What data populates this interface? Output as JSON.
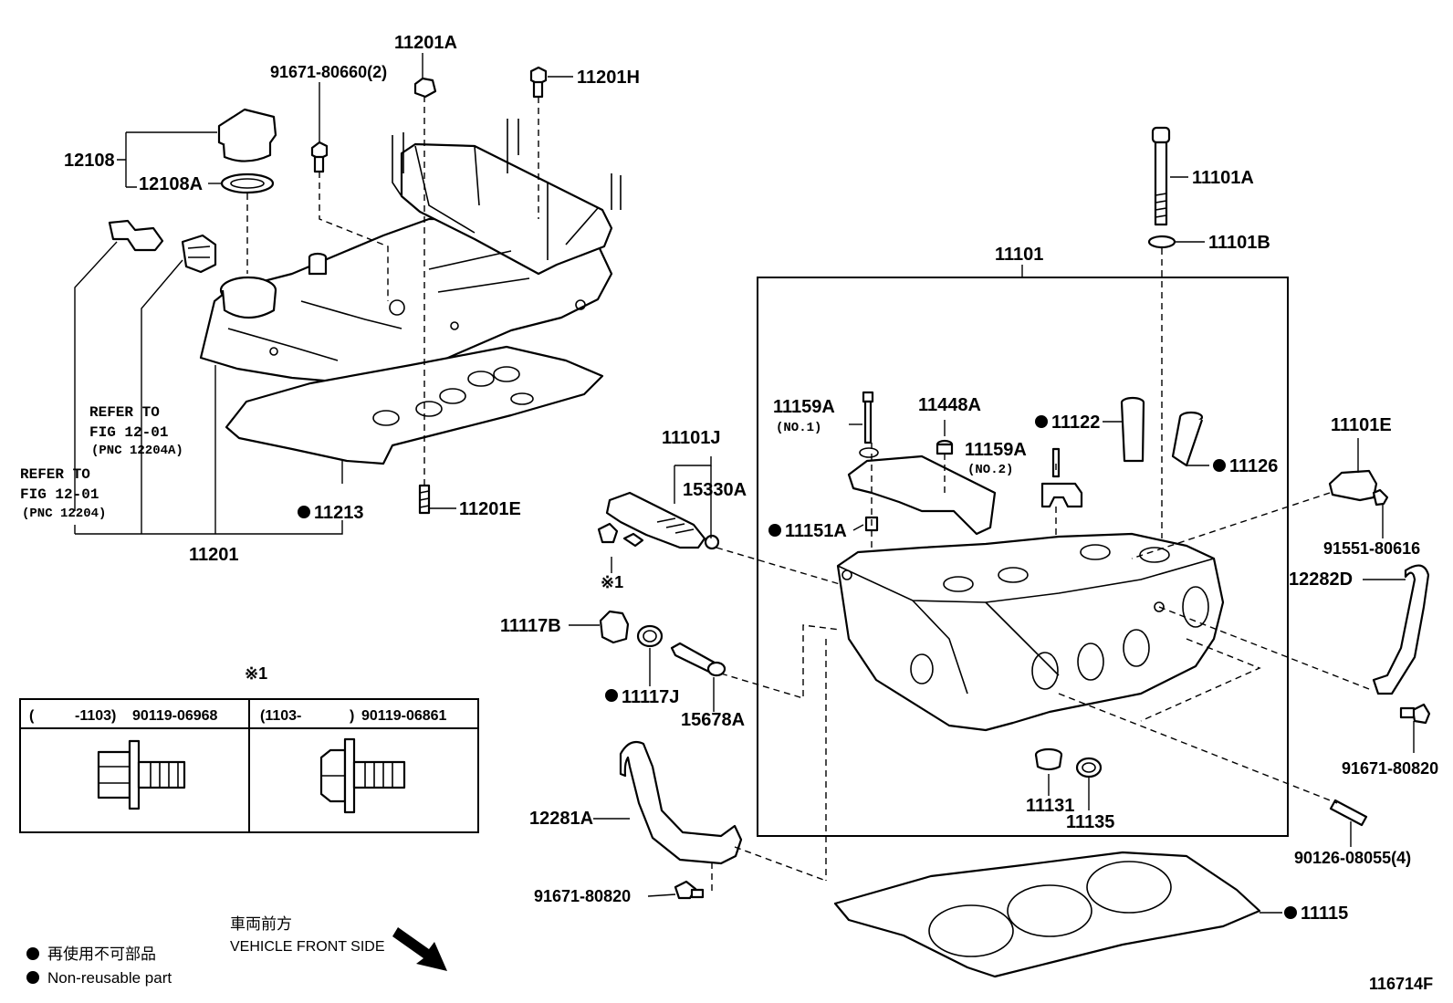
{
  "diagram_id": "116714F",
  "callouts": {
    "c11201A": "11201A",
    "c91671_80660": "91671-80660(2)",
    "c11201H": "11201H",
    "c12108": "12108",
    "c12108A": "12108A",
    "c11101A": "11101A",
    "c11101B": "11101B",
    "c11101": "11101",
    "c11159A_1": "11159A",
    "c11159A_1_sub": "(NO.1)",
    "c11448A": "11448A",
    "c11122": "11122",
    "c11126": "11126",
    "c11159A_2": "11159A",
    "c11159A_2_sub": "(NO.2)",
    "c11101E": "11101E",
    "c11101J": "11101J",
    "c15330A": "15330A",
    "c11151A": "11151A",
    "c91551_80616": "91551-80616",
    "c12282D": "12282D",
    "c11213": "11213",
    "c11201E": "11201E",
    "c11201": "11201",
    "c11117B": "11117B",
    "c11117J": "11117J",
    "c15678A": "15678A",
    "c91671_80820_r": "91671-80820",
    "c11131": "11131",
    "c11135": "11135",
    "c12281A": "12281A",
    "c90126_08055": "90126-08055(4)",
    "c91671_80820_b": "91671-80820",
    "c11115": "11115",
    "c_kome1": "※1"
  },
  "refs": {
    "ref1_line1": "REFER TO",
    "ref1_line2": "FIG 12-01",
    "ref1_line3": "(PNC 12204A)",
    "ref2_line1": "REFER TO",
    "ref2_line2": "FIG 12-01",
    "ref2_line3": "(PNC 12204)"
  },
  "table": {
    "title": "※1",
    "col1_range_open": "(",
    "col1_range": "-1103)",
    "col1_part": "90119-06968",
    "col2_range": "(1103-",
    "col2_range_close": ")",
    "col2_part": "90119-06861"
  },
  "direction": {
    "line1": "車両前方",
    "line2": "VEHICLE FRONT SIDE"
  },
  "legend": {
    "line1": "再使用不可部品",
    "line2": "Non-reusable part"
  }
}
